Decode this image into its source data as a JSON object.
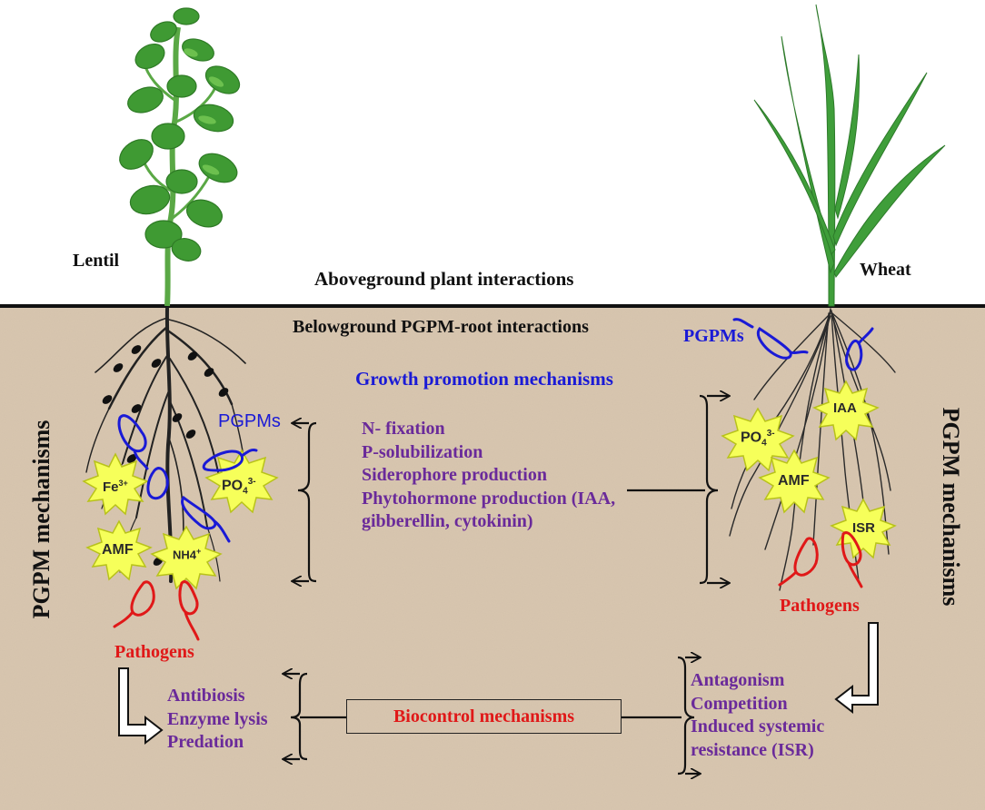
{
  "labels": {
    "lentil": "Lentil",
    "wheat": "Wheat",
    "aboveground": "Aboveground plant interactions",
    "belowground": "Belowground PGPM-root interactions",
    "pgpms_left": "PGPMs",
    "pgpms_right": "PGPMs",
    "growth_title": "Growth promotion mechanisms",
    "pgpm_mech_left": "PGPM mechanisms",
    "pgpm_mech_right": "PGPM mechanisms",
    "pathogens_left": "Pathogens",
    "pathogens_right": "Pathogens",
    "biocontrol": "Biocontrol mechanisms"
  },
  "growth_mechanisms": [
    "N- fixation",
    "P-solubilization",
    "Siderophore production",
    "Phytohormone production (IAA,",
    "gibberellin, cytokinin)"
  ],
  "biocontrol_left": [
    "Antibiosis",
    "Enzyme lysis",
    "Predation"
  ],
  "biocontrol_right": [
    "Antagonism",
    "Competition",
    "Induced systemic",
    "resistance (ISR)"
  ],
  "badges_left": {
    "fe": "Fe",
    "fe_sup": "3+",
    "po4": "PO",
    "po4_sub": "4",
    "po4_sup": "3-",
    "amf": "AMF",
    "nh4": "NH4",
    "nh4_sup": "+"
  },
  "badges_right": {
    "po4": "PO",
    "po4_sub": "4",
    "po4_sup": "3-",
    "iaa": "IAA",
    "amf": "AMF",
    "isr": "ISR"
  },
  "colors": {
    "soil": "#d9c7b0",
    "heading_blue": "#1a1ad6",
    "mechanism_purple": "#6a2a9a",
    "pathogen_red": "#e01818",
    "badge_fill": "#f6ff5a",
    "leaf_green": "#4aa83c",
    "wheat_green": "#3f9e3a"
  }
}
